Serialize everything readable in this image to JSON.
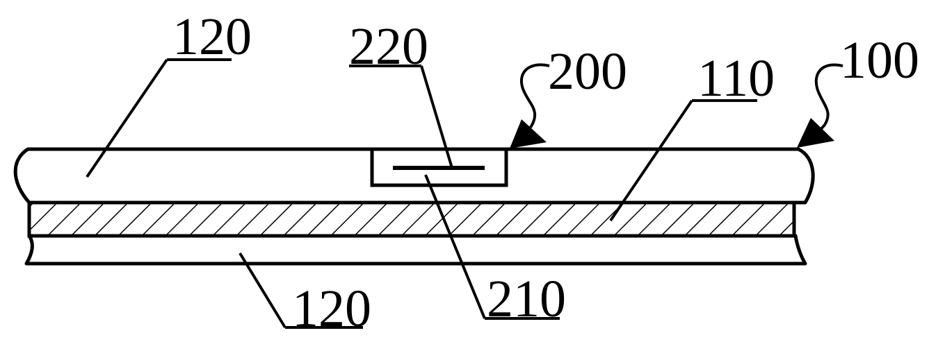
{
  "labels": {
    "upper_layer": "120",
    "lower_layer": "120",
    "middle_layer": "110",
    "component": "200",
    "element_220": "220",
    "element_210": "210",
    "overall": "100"
  },
  "colors": {
    "stroke": "#000000",
    "fill": "#ffffff",
    "hatch": "#000000"
  }
}
